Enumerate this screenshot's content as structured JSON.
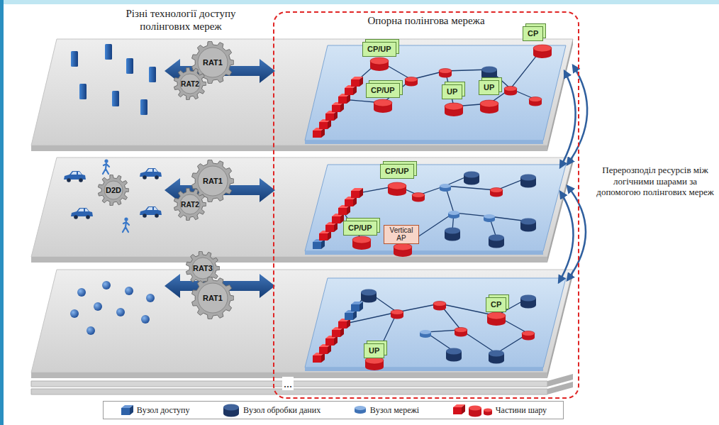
{
  "diagram": {
    "nodes": [
      {
        "text": [
          "Опорна полінгова мережа"
        ]
      },
      {
        "text": [
          "RAT1"
        ]
      },
      {
        "text": [
          "RAT2"
        ]
      },
      {
        "text": [
          "CP/UP"
        ],
        "in": 0
      },
      {
        "text": [
          "CP"
        ],
        "in": 0
      },
      {
        "text": [
          "CP/UP"
        ],
        "in": 0
      },
      {
        "text": [
          "UP"
        ],
        "in": 0
      },
      {
        "text": [
          "UP"
        ],
        "in": 0
      },
      {
        "text": [
          "D2D"
        ]
      },
      {
        "text": [
          "RAT1"
        ]
      },
      {
        "text": [
          "RAT2"
        ]
      },
      {
        "text": [
          "CP/UP"
        ],
        "in": 0
      },
      {
        "text": [
          "CP/UP"
        ],
        "in": 0
      },
      {
        "text": [
          "Vertical AP"
        ],
        "in": 0
      },
      {
        "text": [
          "RAT3"
        ]
      },
      {
        "text": [
          "RAT1"
        ]
      },
      {
        "text": [
          "CP"
        ],
        "in": 0
      },
      {
        "text": [
          "UP"
        ],
        "in": 0
      }
    ],
    "labels": [
      "Різні технології доступу полінгових мереж",
      "Перерозподіл ресурсів між логічними шарами за допомогою полінгових мереж",
      "..."
    ],
    "legend": [
      {
        "text": "Вузол доступу"
      },
      {
        "text": "Вузол обробки даних"
      },
      {
        "text": "Вузол мережі"
      },
      {
        "text": "Частини шару"
      }
    ]
  }
}
